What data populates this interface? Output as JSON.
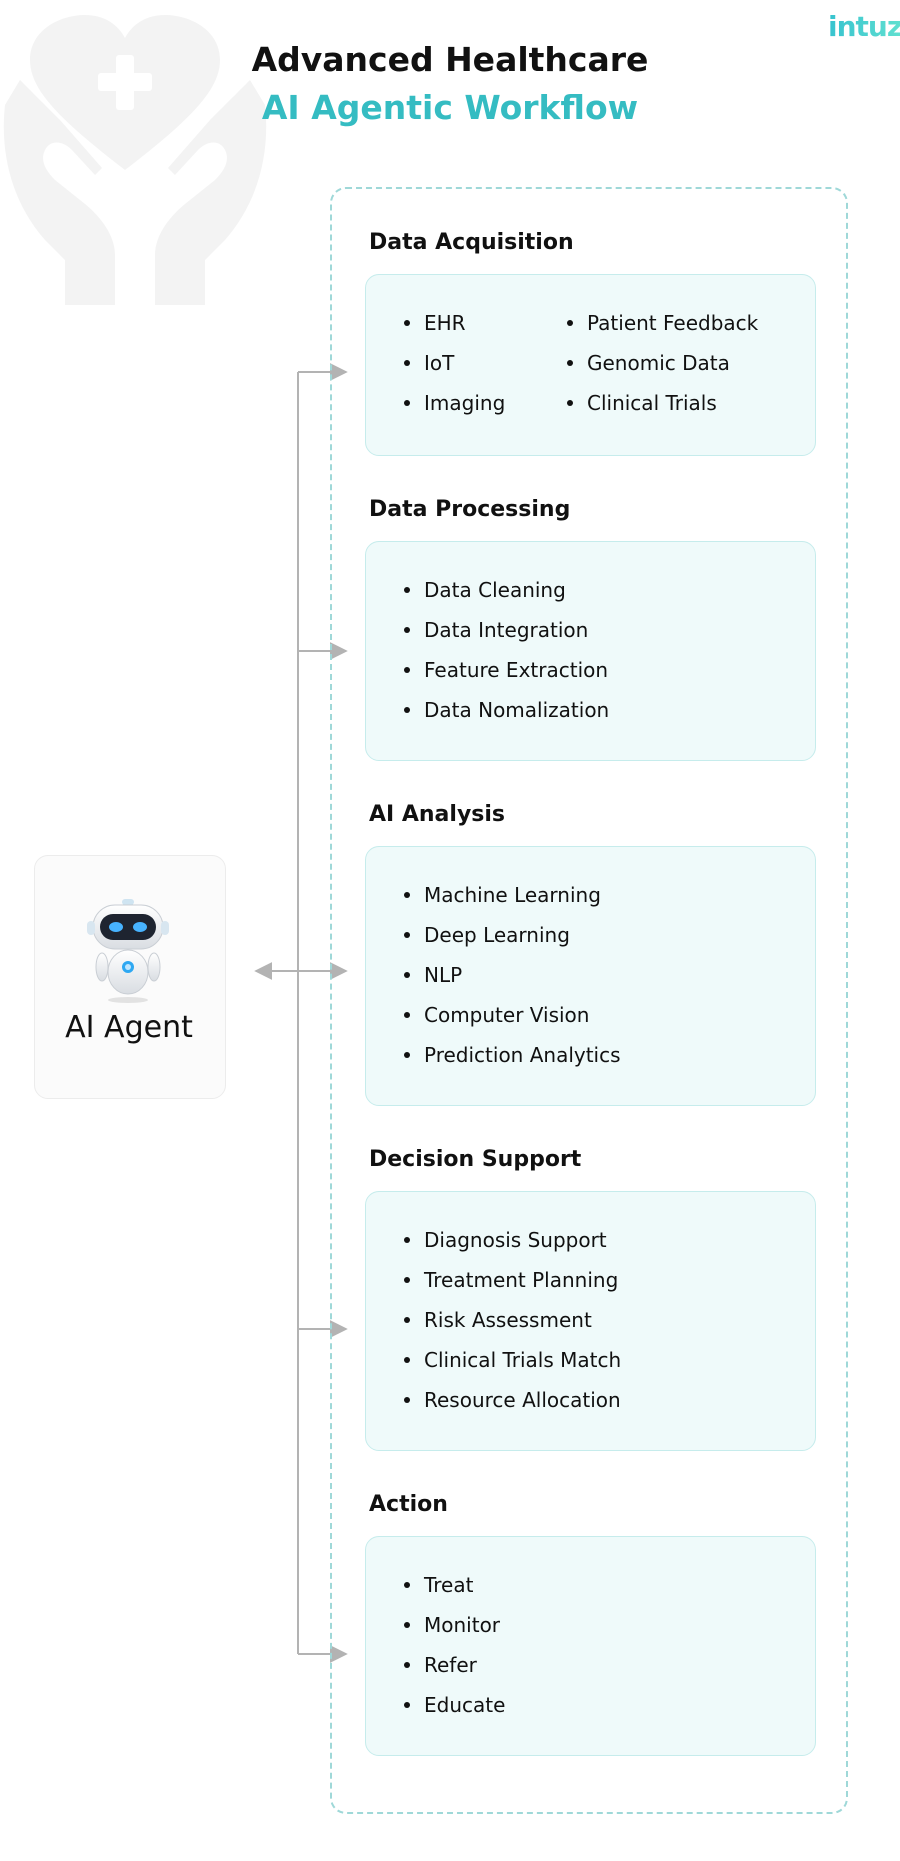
{
  "header": {
    "title_line1": "Advanced Healthcare",
    "title_line2": "AI Agentic Workflow",
    "logo_text": "intuz"
  },
  "colors": {
    "accent": "#35bcc2",
    "box_fill": "#effafa",
    "box_border": "#c6ecec",
    "frame_dash": "#9fd8d8",
    "connector": "#b3b3b3"
  },
  "agent": {
    "label": "AI Agent",
    "icon": "robot-icon"
  },
  "stages": [
    {
      "title": "Data Acquisition",
      "col1": [
        "EHR",
        "IoT",
        "Imaging"
      ],
      "col2": [
        "Patient Feedback",
        "Genomic Data",
        "Clinical Trials"
      ]
    },
    {
      "title": "Data Processing",
      "items": [
        "Data Cleaning",
        "Data Integration",
        "Feature Extraction",
        "Data Nomalization"
      ]
    },
    {
      "title": "AI Analysis",
      "items": [
        "Machine Learning",
        "Deep Learning",
        "NLP",
        "Computer Vision",
        "Prediction Analytics"
      ]
    },
    {
      "title": "Decision Support",
      "items": [
        "Diagnosis Support",
        "Treatment Planning",
        "Risk Assessment",
        "Clinical Trials Match",
        "Resource Allocation"
      ]
    },
    {
      "title": "Action",
      "items": [
        "Treat",
        "Monitor",
        "Refer",
        "Educate"
      ]
    }
  ]
}
